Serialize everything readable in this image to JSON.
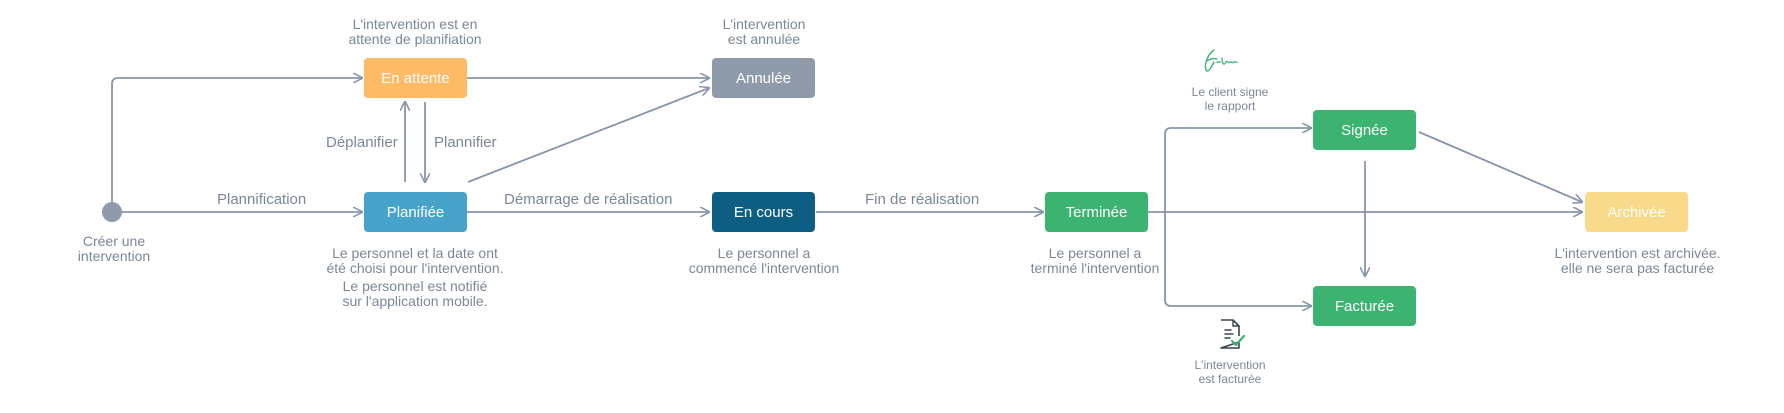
{
  "colors": {
    "line": "#8796ab",
    "text": "#7b8796",
    "waiting": "#ffba66",
    "cancelled": "#8f9aab",
    "planned": "#47a3c9",
    "in_progress": "#0e5e84",
    "done": "#3cb371",
    "archived": "#f9d98a",
    "icon_green": "#3cb371",
    "icon_dark": "#3a4350"
  },
  "states": {
    "waiting": "En attente",
    "cancelled": "Annulée",
    "planned": "Planifiée",
    "in_progress": "En cours",
    "finished": "Terminée",
    "signed": "Signée",
    "invoiced": "Facturée",
    "archived": "Archivée"
  },
  "transitions": {
    "create": "Plannification",
    "unplan": "Déplanifier",
    "plan": "Plannifier",
    "start": "Démarrage de réalisation",
    "finish": "Fin de réalisation"
  },
  "captions": {
    "create": [
      "Créer une",
      "intervention"
    ],
    "waiting": [
      "L'intervention est en",
      "attente de planifiation"
    ],
    "cancelled": [
      "L'intervention",
      "est annulée"
    ],
    "planned": [
      "Le personnel et la date ont",
      "été choisi pour l'intervention.",
      "Le personnel est  notifié",
      "sur l'application mobile."
    ],
    "in_progress": [
      "Le personnel a",
      "commencé l'intervention"
    ],
    "finished": [
      "Le personnel a",
      "terminé l'intervention"
    ],
    "signed": [
      "Le client signe",
      "le rapport"
    ],
    "invoiced": [
      "L'intervention",
      "est facturée"
    ],
    "archived": [
      "L'intervention est archivée.",
      "elle ne sera pas facturée"
    ]
  },
  "icons": {
    "signature": "signature-icon",
    "invoice": "invoice-document-check-icon"
  }
}
